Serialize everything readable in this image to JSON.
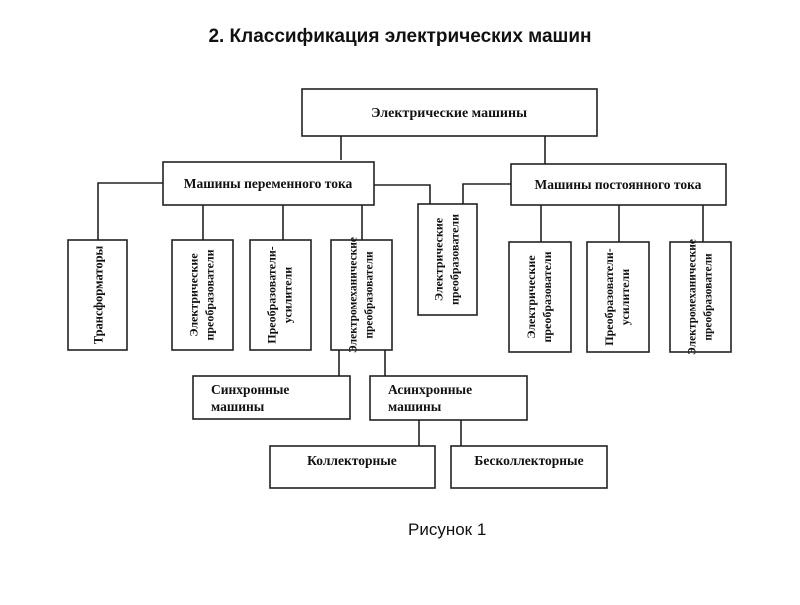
{
  "title": "2. Классификация электрических машин",
  "caption": "Рисунок 1",
  "nodes": {
    "root": "Электрические машины",
    "ac": "Машины переменного  тока",
    "dc": "Машины постоянного  тока",
    "mid_converters": [
      "Электрические",
      "преобразователи"
    ],
    "transformers": "Трансформаторы",
    "ac_converters": [
      "Электрические",
      "преобразователи"
    ],
    "ac_amplifiers": [
      "Преобразователи-",
      "усилители"
    ],
    "ac_electromech": [
      "Электромеханические",
      "преобразователи"
    ],
    "dc_converters": [
      "Электрические",
      "преобразователи"
    ],
    "dc_amplifiers": [
      "Преобразователи-",
      "усилители"
    ],
    "dc_electromech": [
      "Электромеханические",
      "преобразователи"
    ],
    "synchronous": [
      "Синхронные",
      "машины"
    ],
    "asynchronous": [
      "Асинхронные",
      "машины"
    ],
    "collector": "Коллекторные",
    "brushless": "Бесколлекторные"
  }
}
